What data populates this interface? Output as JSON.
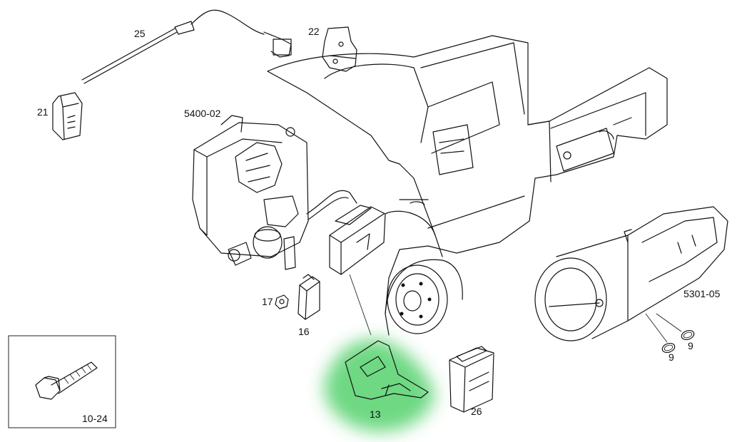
{
  "callouts": {
    "p25": "25",
    "p22": "22",
    "p21": "21",
    "p5400": "5400-02",
    "p17": "17",
    "p16": "16",
    "p13": "13",
    "p26": "26",
    "p5301": "5301-05",
    "p9a": "9",
    "p9b": "9",
    "p1024": "10-24"
  },
  "colors": {
    "highlight": "#3ecb5a",
    "line": "#111111"
  }
}
